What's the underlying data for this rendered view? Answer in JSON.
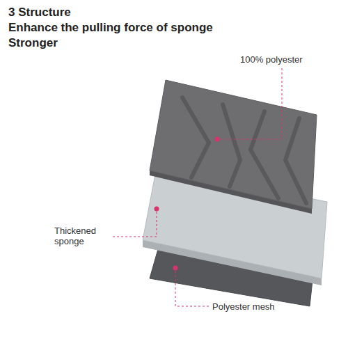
{
  "diagram": {
    "title": "3 Structure",
    "labels": [
      "Enhance the pulling force of sponge",
      "Stronger",
      "100% polyester",
      "Thickened sponge",
      "Polyester mesh"
    ]
  }
}
